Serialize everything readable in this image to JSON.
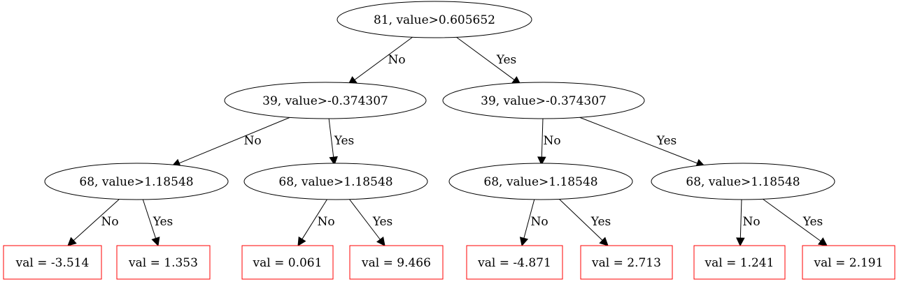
{
  "colors": {
    "node_stroke": "#000000",
    "leaf_stroke": "#ff0000",
    "edge": "#000000",
    "background": "#ffffff"
  },
  "nodes": [
    {
      "id": "n0",
      "kind": "split",
      "label": "81, value>0.605652"
    },
    {
      "id": "n1",
      "kind": "split",
      "label": "39, value>-0.374307"
    },
    {
      "id": "n2",
      "kind": "split",
      "label": "39, value>-0.374307"
    },
    {
      "id": "n3",
      "kind": "split",
      "label": "68, value>1.18548"
    },
    {
      "id": "n4",
      "kind": "split",
      "label": "68, value>1.18548"
    },
    {
      "id": "n5",
      "kind": "split",
      "label": "68, value>1.18548"
    },
    {
      "id": "n6",
      "kind": "split",
      "label": "68, value>1.18548"
    },
    {
      "id": "l0",
      "kind": "leaf",
      "label": "val = -3.514"
    },
    {
      "id": "l1",
      "kind": "leaf",
      "label": "val = 1.353"
    },
    {
      "id": "l2",
      "kind": "leaf",
      "label": "val = 0.061"
    },
    {
      "id": "l3",
      "kind": "leaf",
      "label": "val = 9.466"
    },
    {
      "id": "l4",
      "kind": "leaf",
      "label": "val = -4.871"
    },
    {
      "id": "l5",
      "kind": "leaf",
      "label": "val = 2.713"
    },
    {
      "id": "l6",
      "kind": "leaf",
      "label": "val = 1.241"
    },
    {
      "id": "l7",
      "kind": "leaf",
      "label": "val = 2.191"
    }
  ],
  "edges": [
    {
      "from": "n0",
      "to": "n1",
      "label": "No"
    },
    {
      "from": "n0",
      "to": "n2",
      "label": "Yes"
    },
    {
      "from": "n1",
      "to": "n3",
      "label": "No"
    },
    {
      "from": "n1",
      "to": "n4",
      "label": "Yes"
    },
    {
      "from": "n2",
      "to": "n5",
      "label": "No"
    },
    {
      "from": "n2",
      "to": "n6",
      "label": "Yes"
    },
    {
      "from": "n3",
      "to": "l0",
      "label": "No"
    },
    {
      "from": "n3",
      "to": "l1",
      "label": "Yes"
    },
    {
      "from": "n4",
      "to": "l2",
      "label": "No"
    },
    {
      "from": "n4",
      "to": "l3",
      "label": "Yes"
    },
    {
      "from": "n5",
      "to": "l4",
      "label": "No"
    },
    {
      "from": "n5",
      "to": "l5",
      "label": "Yes"
    },
    {
      "from": "n6",
      "to": "l6",
      "label": "No"
    },
    {
      "from": "n6",
      "to": "l7",
      "label": "Yes"
    }
  ]
}
